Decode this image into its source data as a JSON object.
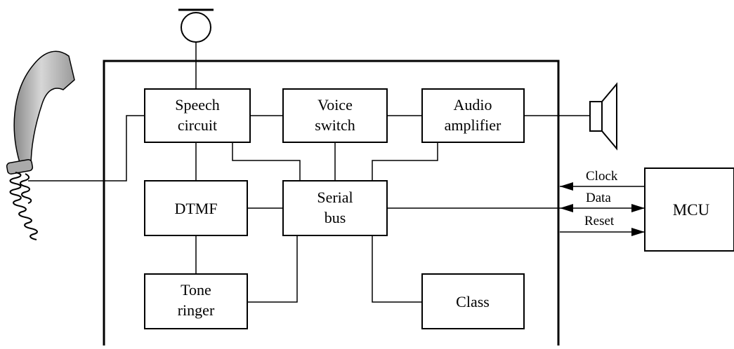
{
  "blocks": {
    "speech": [
      "Speech",
      "circuit"
    ],
    "voice": [
      "Voice",
      "switch"
    ],
    "audio": [
      "Audio",
      "amplifier"
    ],
    "dtmf": [
      "DTMF"
    ],
    "serial": [
      "Serial",
      "bus"
    ],
    "tone": [
      "Tone",
      "ringer"
    ],
    "class_block": [
      "Class"
    ]
  },
  "mcu": {
    "label": "MCU"
  },
  "signals": {
    "clock": "Clock",
    "data": "Data",
    "reset": "Reset"
  },
  "icons": [
    "microphone-icon",
    "handset-icon",
    "speaker-icon"
  ]
}
